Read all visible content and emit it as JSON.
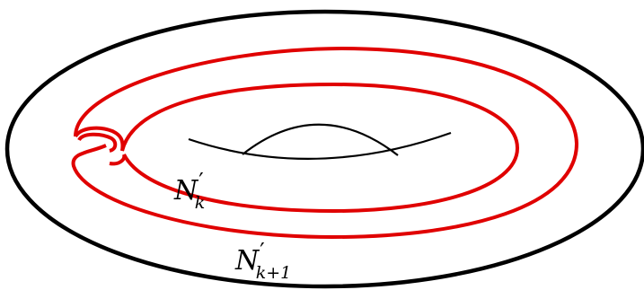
{
  "labels": {
    "inner_curve": {
      "base": "N",
      "prime": "′",
      "subscript": "k"
    },
    "outer_curve": {
      "base": "N",
      "prime": "′",
      "subscript": "k+1"
    }
  },
  "colors": {
    "surface_outline": "#000000",
    "curves": "#e00000",
    "handle": "#000000",
    "background": "#ffffff"
  }
}
